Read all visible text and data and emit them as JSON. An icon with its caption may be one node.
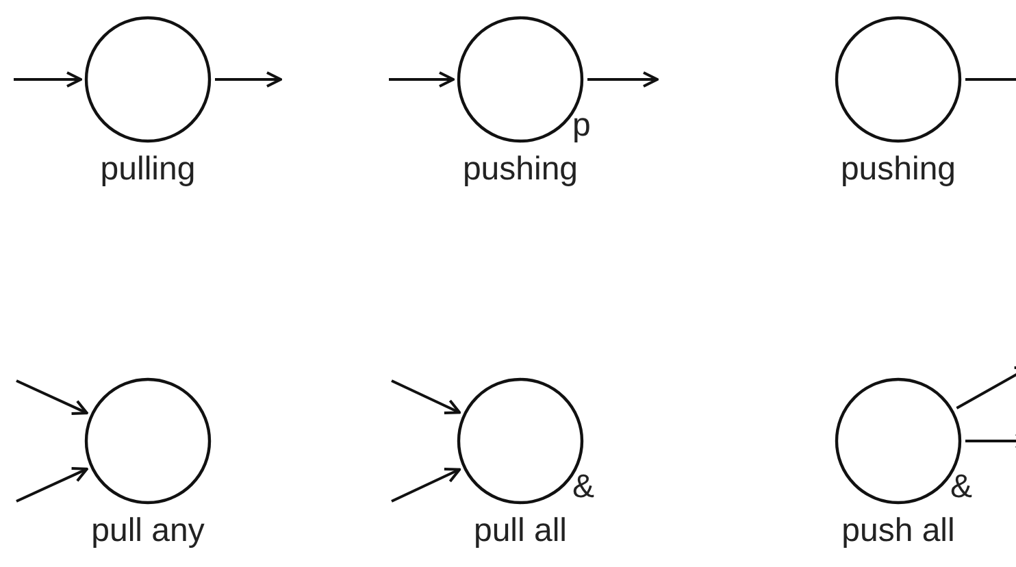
{
  "diagram": {
    "nodes": [
      {
        "text": [],
        "shape": "circle",
        "beside": [
          "pulling"
        ]
      },
      {
        "text": [],
        "shape": "circle",
        "beside": [
          "p",
          "pushing"
        ]
      },
      {
        "text": [],
        "shape": "circle",
        "beside": [
          "pushing"
        ]
      },
      {
        "text": [],
        "shape": "circle",
        "beside": [
          "pull any"
        ]
      },
      {
        "text": [],
        "shape": "circle",
        "beside": [
          "&",
          "pull all"
        ]
      },
      {
        "text": [],
        "shape": "circle",
        "beside": [
          "&",
          "push all"
        ]
      }
    ],
    "edges": [
      {
        "from": null,
        "to": 0,
        "arrow": "to"
      },
      {
        "from": 0,
        "to": null,
        "arrow": "to"
      },
      {
        "from": null,
        "to": 1,
        "arrow": "to"
      },
      {
        "from": 1,
        "to": null,
        "arrow": "to"
      },
      {
        "from": 2,
        "to": null,
        "arrow": "to"
      },
      {
        "from": null,
        "to": 3,
        "arrow": "to"
      },
      {
        "from": null,
        "to": 3,
        "arrow": "to"
      },
      {
        "from": null,
        "to": 4,
        "arrow": "to"
      },
      {
        "from": null,
        "to": 4,
        "arrow": "to"
      },
      {
        "from": 5,
        "to": null,
        "arrow": "to"
      },
      {
        "from": 5,
        "to": null,
        "arrow": "to"
      }
    ]
  }
}
